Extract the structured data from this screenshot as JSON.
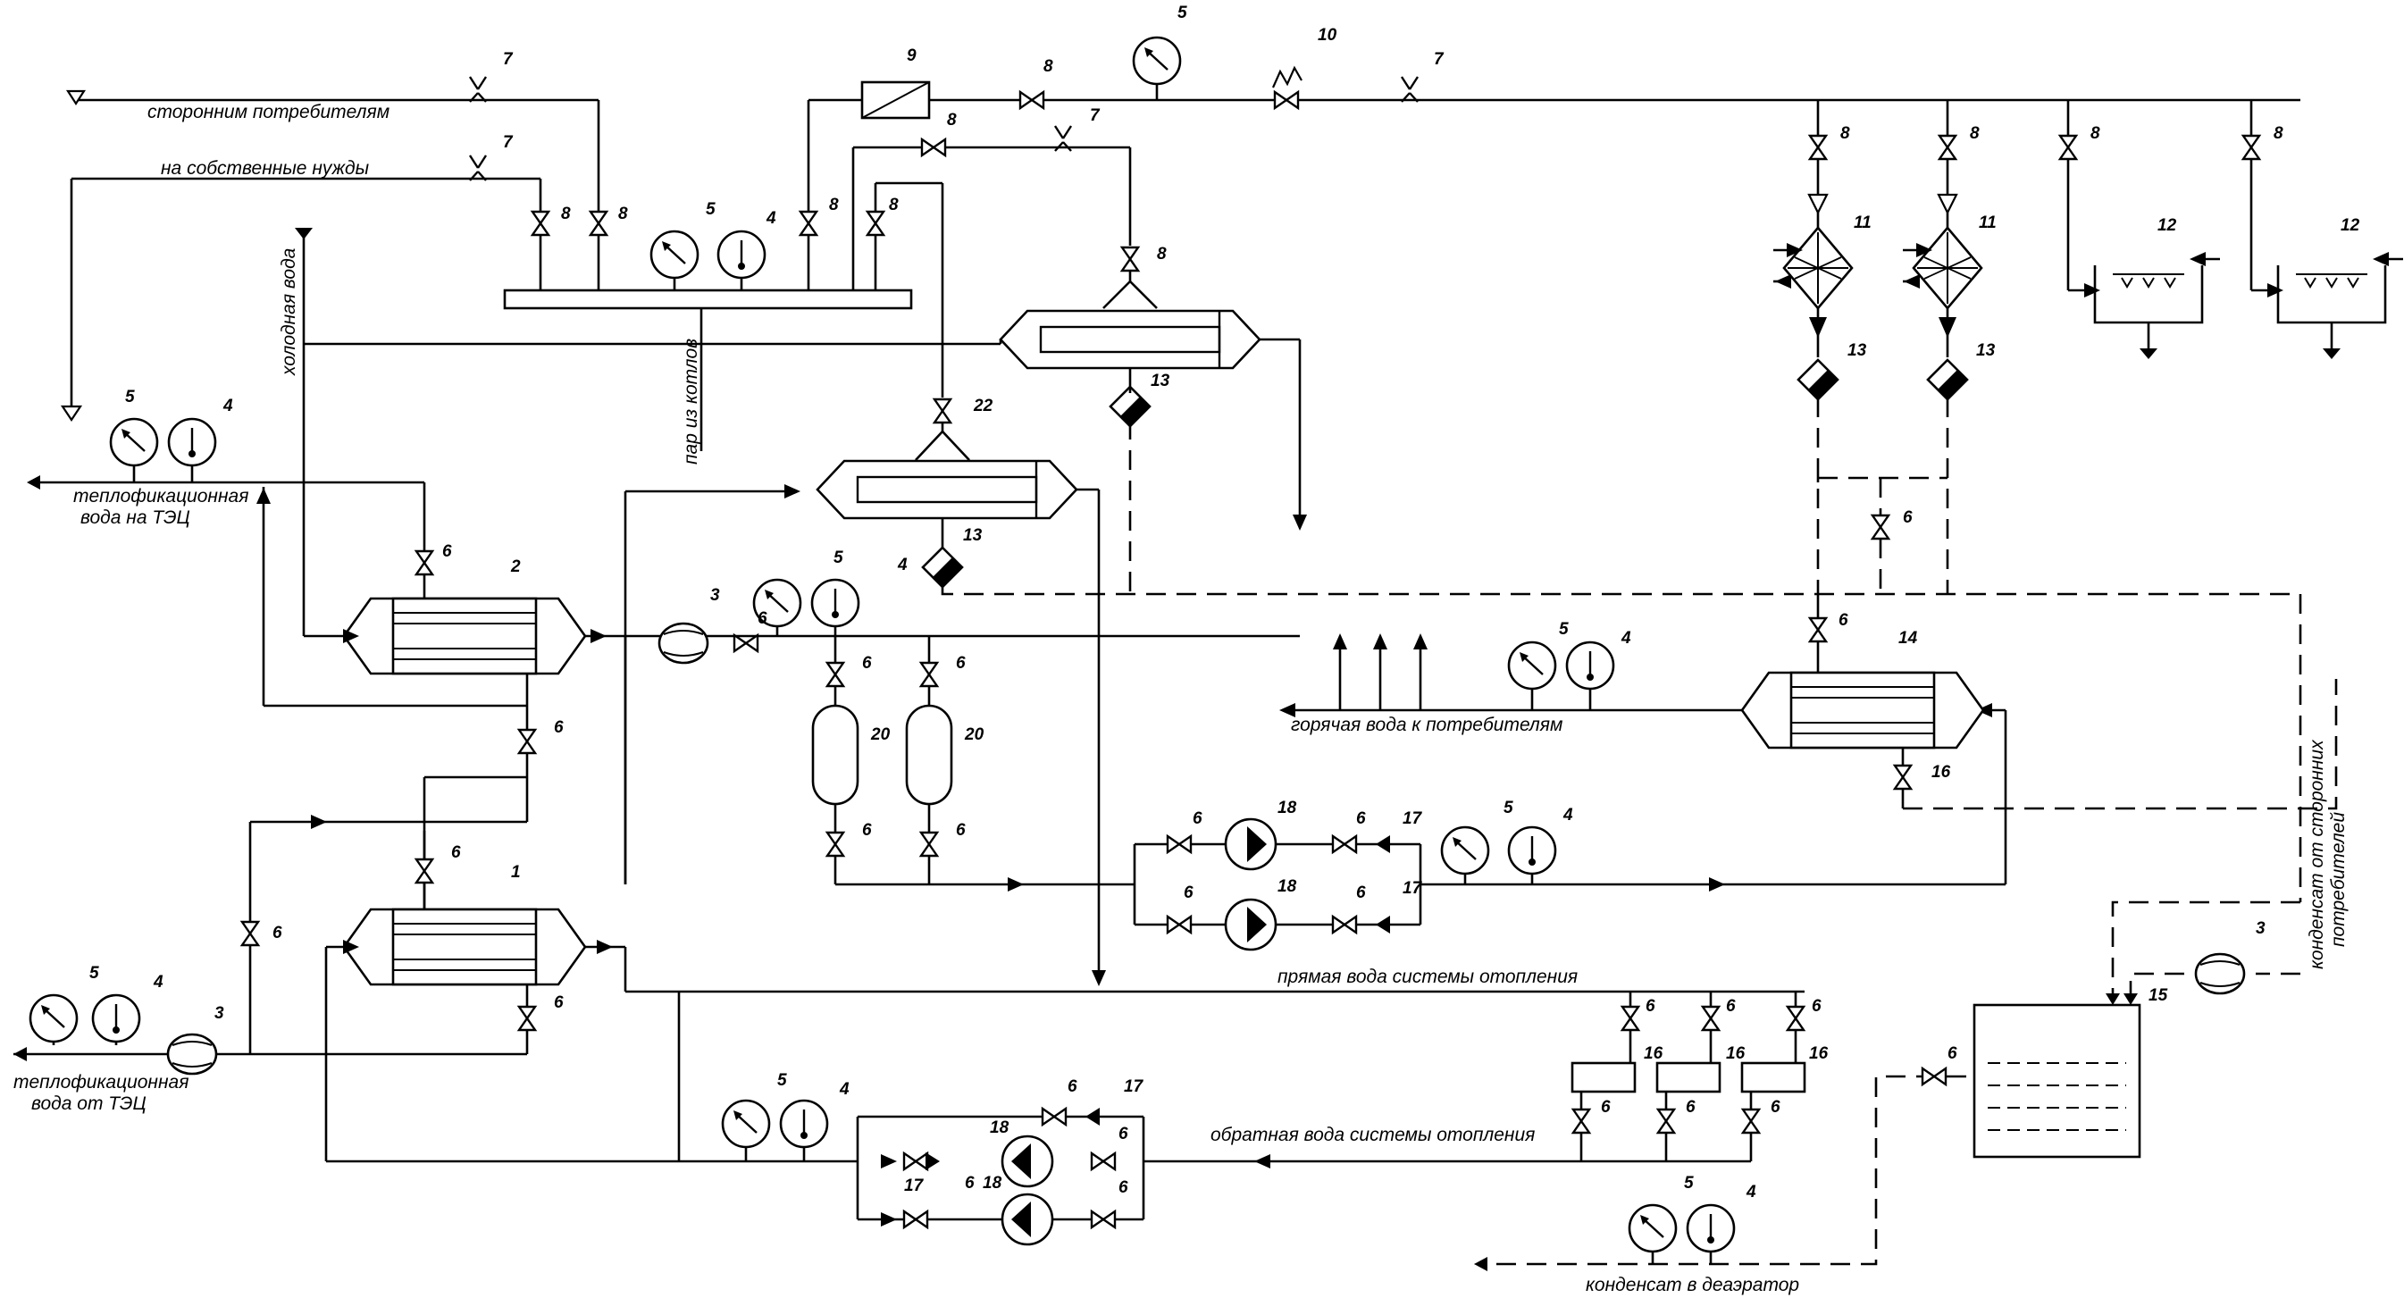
{
  "labels": {
    "third_party": "сторонним потребителям",
    "own_needs": "на собственные нужды",
    "cold_water": "холодная вода",
    "steam_from_boilers": "пар из котлов",
    "heat_water_to_tec_1": "теплофикационная",
    "heat_water_to_tec_2": "вода на ТЭЦ",
    "heat_water_from_tec_1": "теплофикационная",
    "heat_water_from_tec_2": "вода от ТЭЦ",
    "hot_water_consumers": "горячая вода к потребителям",
    "direct_heating_water": "прямая вода системы отопления",
    "return_heating_water": "обратная вода системы отопления",
    "condensate_deaerator": "конденсат в деаэратор",
    "condensate_third_1": "конденсат от сторонних",
    "condensate_third_2": "потребителей"
  },
  "numbers": {
    "n1": "1",
    "n2": "2",
    "n3": "3",
    "n4": "4",
    "n5": "5",
    "n6": "6",
    "n7": "7",
    "n8": "8",
    "n9": "9",
    "n10": "10",
    "n11": "11",
    "n12": "12",
    "n13": "13",
    "n14": "14",
    "n15": "15",
    "n16": "16",
    "n17": "17",
    "n18": "18",
    "n20": "20",
    "n22": "22"
  }
}
